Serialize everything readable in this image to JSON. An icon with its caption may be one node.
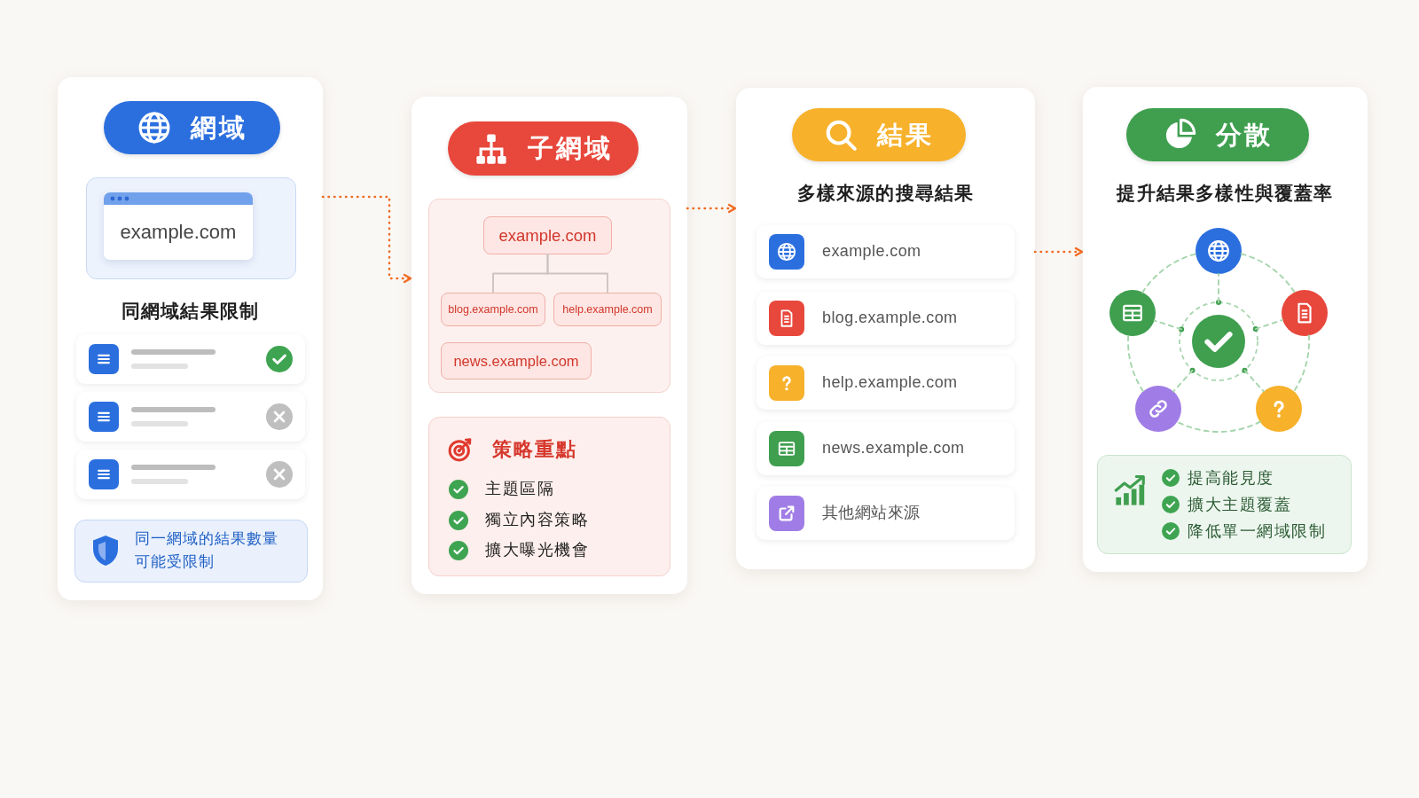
{
  "diagram": {
    "nodes": [
      {
        "text": [
          "同網域結果限制"
        ]
      },
      {
        "text": [
          "網域"
        ],
        "in": 0
      },
      {
        "text": [],
        "shape": "box",
        "in": 0
      },
      {
        "text": [
          "example.com"
        ],
        "in": 2
      },
      {
        "text": [],
        "shape": "box",
        "in": 0
      },
      {
        "text": [],
        "shape": "box",
        "in": 0
      },
      {
        "text": [],
        "shape": "box",
        "in": 0
      },
      {
        "text": [
          "同一網域的結果數量可能受限制"
        ],
        "in": 0
      },
      {
        "text": [],
        "shape": "box"
      },
      {
        "text": [
          "子網域"
        ],
        "in": 8
      },
      {
        "text": [],
        "shape": "box",
        "in": 8
      },
      {
        "text": [
          "example.com"
        ],
        "in": 10
      },
      {
        "text": [
          "blog.example.com"
        ],
        "in": 10
      },
      {
        "text": [
          "help.example.com"
        ],
        "in": 10
      },
      {
        "text": [
          "news.example.com"
        ],
        "in": 10
      },
      {
        "text": [
          "策略重點",
          "主題區隔",
          "獨立內容策略",
          "擴大曝光機會"
        ],
        "in": 8
      },
      {
        "text": [
          "多樣來源的搜尋結果"
        ]
      },
      {
        "text": [
          "結果"
        ],
        "in": 16
      },
      {
        "text": [
          "example.com"
        ],
        "in": 16
      },
      {
        "text": [
          "blog.example.com"
        ],
        "in": 16
      },
      {
        "text": [
          "help.example.com"
        ],
        "in": 16
      },
      {
        "text": [
          "news.example.com"
        ],
        "in": 16
      },
      {
        "text": [
          "其他網站來源"
        ],
        "in": 16
      },
      {
        "text": [
          "提升結果多樣性與覆蓋率"
        ]
      },
      {
        "text": [
          "分散"
        ],
        "in": 23
      },
      {
        "text": [],
        "shape": "circle",
        "in": 23
      },
      {
        "text": [],
        "shape": "circle",
        "in": 23
      },
      {
        "text": [],
        "shape": "circle",
        "in": 23
      },
      {
        "text": [],
        "shape": "circle",
        "in": 23
      },
      {
        "text": [],
        "shape": "circle",
        "in": 23
      },
      {
        "text": [],
        "shape": "circle",
        "in": 23
      },
      {
        "text": [
          "提高能見度",
          "擴大主題覆蓋",
          "降低單一網域限制"
        ],
        "in": 23
      }
    ],
    "edges": [
      {
        "from": 0,
        "to": 8,
        "arrow": "to",
        "style": "dashed",
        "color": "#f26b21"
      },
      {
        "from": 11,
        "to": 12,
        "arrow": "none",
        "color": "#cdc4c2"
      },
      {
        "from": 11,
        "to": 13,
        "arrow": "none",
        "color": "#cdc4c2"
      },
      {
        "from": 8,
        "to": 16,
        "arrow": "to",
        "style": "dashed",
        "color": "#f26b21"
      },
      {
        "from": 16,
        "to": 23,
        "arrow": "to",
        "style": "dashed",
        "color": "#f26b21"
      },
      {
        "from": 28,
        "to": 25,
        "arrow": "none",
        "style": "dashed"
      },
      {
        "from": 28,
        "to": 27,
        "arrow": "none",
        "style": "dashed"
      },
      {
        "from": 28,
        "to": 30,
        "arrow": "none",
        "style": "dashed"
      },
      {
        "from": 28,
        "to": 29,
        "arrow": "none",
        "style": "dashed"
      },
      {
        "from": 28,
        "to": 26,
        "arrow": "none",
        "style": "dashed"
      },
      {
        "from": 25,
        "to": 27,
        "arrow": "none",
        "style": "dashed"
      },
      {
        "from": 27,
        "to": 30,
        "arrow": "none",
        "style": "dashed"
      },
      {
        "from": 30,
        "to": 29,
        "arrow": "none",
        "style": "dashed"
      },
      {
        "from": 29,
        "to": 26,
        "arrow": "none",
        "style": "dashed"
      },
      {
        "from": 26,
        "to": 25,
        "arrow": "none",
        "style": "dashed"
      }
    ]
  }
}
